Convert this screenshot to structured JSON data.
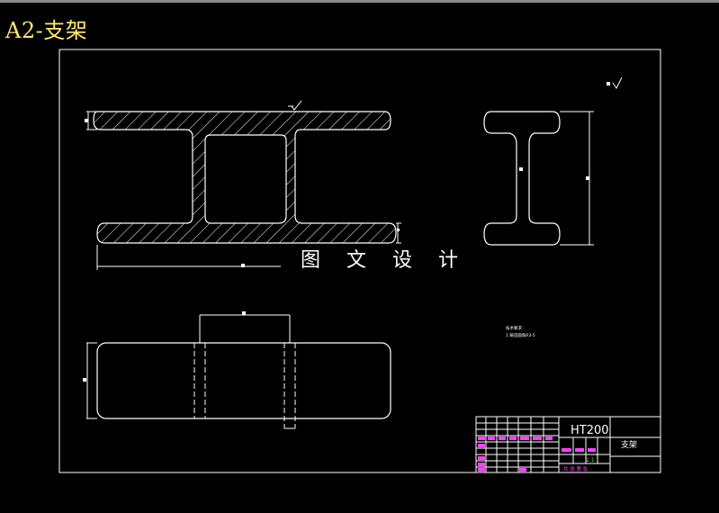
{
  "drawing": {
    "title": "A2-支架",
    "watermark": "图 文 设 计",
    "surface_mark": "√",
    "notes": [
      "技术要求：",
      "1.铸造圆角R3-5"
    ],
    "title_block": {
      "material": "HT200",
      "part_name": "支架",
      "scale": "1:1",
      "bottom_row": "共  张 第  张"
    }
  },
  "colors": {
    "background": "#000000",
    "lines": "#ffffff",
    "title": "#ffe86a",
    "block_magenta": "#ff40ff",
    "block_green": "#40ff40"
  }
}
